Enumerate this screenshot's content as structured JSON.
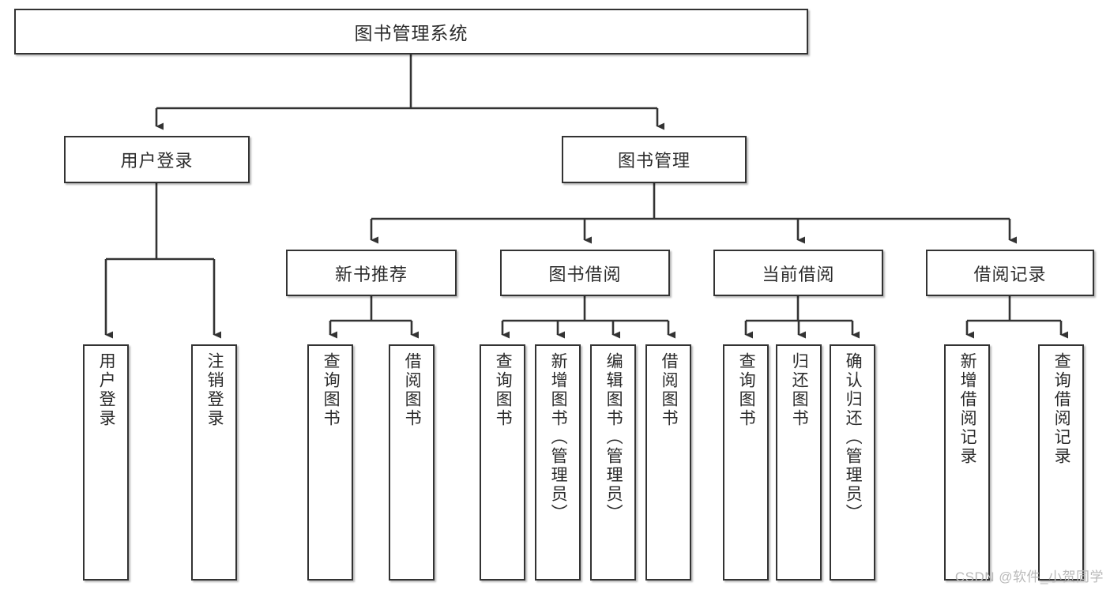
{
  "diagram": {
    "title": "图书管理系统",
    "type": "tree-hierarchy-chart",
    "root": {
      "label": "图书管理系统"
    },
    "level2": [
      {
        "label": "用户登录"
      },
      {
        "label": "图书管理"
      }
    ],
    "level3": [
      {
        "label": "新书推荐"
      },
      {
        "label": "图书借阅"
      },
      {
        "label": "当前借阅"
      },
      {
        "label": "借阅记录"
      }
    ],
    "leaves": {
      "user_login": [
        {
          "label": "用户登录"
        },
        {
          "label": "注销登录"
        }
      ],
      "new_book_recommend": [
        {
          "label": "查询图书"
        },
        {
          "label": "借阅图书"
        }
      ],
      "book_borrow": [
        {
          "label": "查询图书"
        },
        {
          "label": "新增图书（管理员）"
        },
        {
          "label": "编辑图书（管理员）"
        },
        {
          "label": "借阅图书"
        }
      ],
      "current_borrow": [
        {
          "label": "查询图书"
        },
        {
          "label": "归还图书"
        },
        {
          "label": "确认归还（管理员）"
        }
      ],
      "borrow_record": [
        {
          "label": "新增借阅记录"
        },
        {
          "label": "查询借阅记录"
        }
      ]
    }
  },
  "watermark": {
    "text": "CSDN @软件_小贺同学"
  },
  "colors": {
    "border": "#333333",
    "text": "#2b2b2b",
    "background": "#ffffff",
    "connector": "#333333",
    "watermark": "#b9b9b9"
  }
}
